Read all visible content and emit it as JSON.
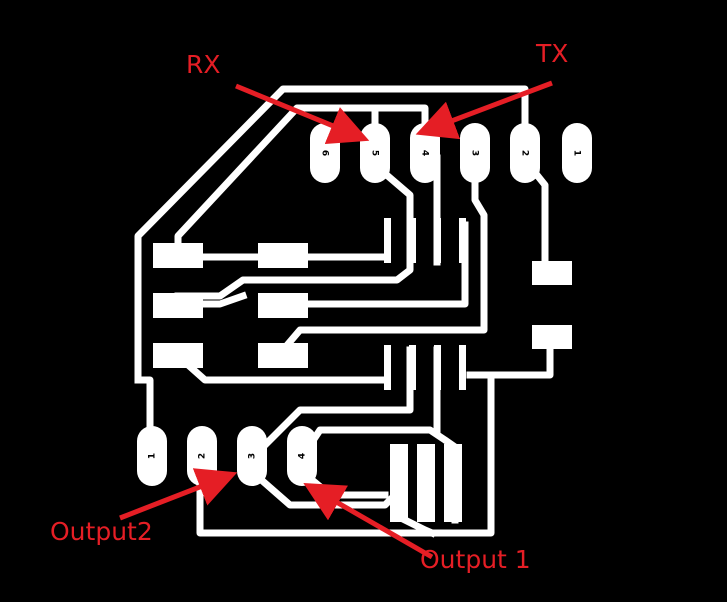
{
  "colors": {
    "background": "#000000",
    "trace": "#ffffff",
    "annotation": "#e51e25",
    "pin_text": "#000000"
  },
  "labels": {
    "rx": "RX",
    "tx": "TX",
    "output2": "Output2",
    "output1": "Output 1"
  },
  "top_header": {
    "pins": [
      "6",
      "5",
      "4",
      "3",
      "2",
      "1"
    ]
  },
  "bottom_header": {
    "pins": [
      "1",
      "2",
      "3",
      "4"
    ]
  }
}
